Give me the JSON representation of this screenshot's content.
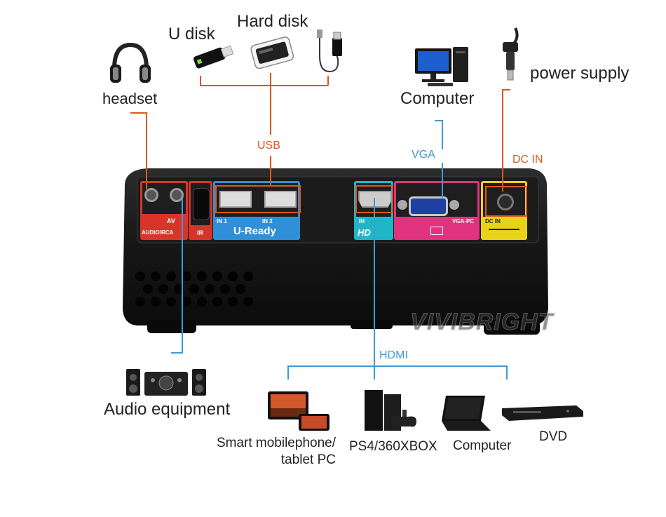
{
  "devices": {
    "headset": "headset",
    "u_disk": "U disk",
    "hard_disk": "Hard disk",
    "computer_top": "Computer",
    "power_supply": "power supply",
    "audio_equipment": "Audio equipment",
    "mobile_line1": "Smart mobilephone/",
    "mobile_line2": "tablet PC",
    "console": "PS4/360XBOX",
    "computer_bottom": "Computer",
    "dvd": "DVD"
  },
  "connections": {
    "usb": "USB",
    "vga": "VGA",
    "dc_in": "DC IN",
    "hdmi": "HDMI"
  },
  "panel": {
    "audio_rca": "AUDIO/RCA",
    "av": "AV",
    "ir": "IR",
    "in1": "IN 1",
    "in2": "IN 2",
    "u_ready": "U-Ready",
    "hdmi_in": "IN",
    "hd_logo": "HD",
    "vga_pc": "VGA-PC",
    "dc_in": "DC IN"
  },
  "watermark": "VIVIBRIGHT",
  "colors": {
    "usb_line": "#e0561d",
    "vga_line": "#3d9ad6",
    "audio_panel": "#d8342a",
    "usb_panel": "#2f8fd8",
    "hdmi_panel": "#20b6c8",
    "vga_panel": "#e0337d",
    "dc_panel": "#e8d21a"
  }
}
